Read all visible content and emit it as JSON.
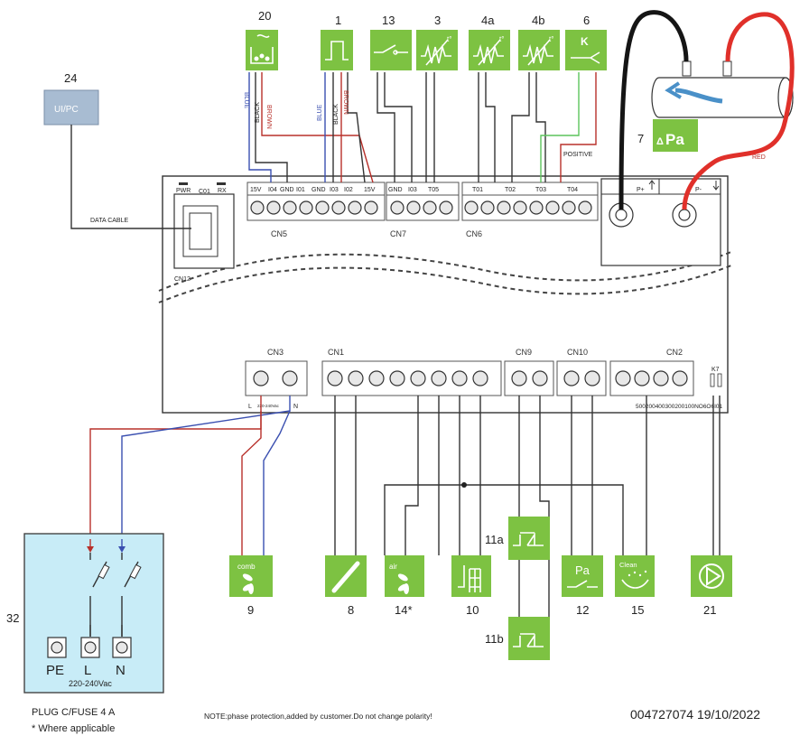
{
  "components": {
    "c20": {
      "number": "20"
    },
    "c1": {
      "number": "1"
    },
    "c13": {
      "number": "13"
    },
    "c3": {
      "number": "3"
    },
    "c4a": {
      "number": "4a"
    },
    "c4b": {
      "number": "4b"
    },
    "c6": {
      "number": "6",
      "symbol": "K"
    },
    "c7": {
      "number": "7",
      "symbol": "Pa",
      "delta": "Δ"
    },
    "c24": {
      "number": "24",
      "label": "UI/PC"
    },
    "c9": {
      "number": "9",
      "label": "comb"
    },
    "c8": {
      "number": "8"
    },
    "c14": {
      "number": "14*",
      "label": "air"
    },
    "c10": {
      "number": "10"
    },
    "c11a": {
      "number": "11a"
    },
    "c11b": {
      "number": "11b"
    },
    "c12": {
      "number": "12",
      "symbol": "Pa"
    },
    "c15": {
      "number": "15",
      "label": "Clean"
    },
    "c21": {
      "number": "21"
    },
    "c32": {
      "number": "32"
    }
  },
  "wire_labels": {
    "blue1": "BLUE",
    "black1": "BLACK",
    "brown1": "BROWN",
    "blue2": "BLUE",
    "black2": "BLACK",
    "brown2": "BROWN",
    "positive": "POSITIVE",
    "red": "RED",
    "data_cable": "DATA CABLE"
  },
  "connectors": {
    "cn5": "CN5",
    "cn7": "CN7",
    "cn6": "CN6",
    "cn12": "CN12",
    "cn3": "CN3",
    "cn1": "CN1",
    "cn9": "CN9",
    "cn10": "CN10",
    "cn2": "CN2",
    "k7": "K7",
    "co1": "C01",
    "pwr": "PWR",
    "rx": "RX"
  },
  "pins": {
    "cn5": [
      "15V",
      "I04",
      "GND",
      "I01",
      "GND",
      "I03",
      "I02",
      "15V"
    ],
    "cn7": [
      "GND",
      "I03",
      "T05"
    ],
    "cn6": [
      "T01",
      "T02",
      "T03",
      "T04"
    ],
    "pressure": [
      "P+",
      "P-"
    ],
    "cn3": [
      "L",
      "220-240Vac",
      "N"
    ],
    "cn2": "500200400300200100NO6O6I01"
  },
  "plug_box": {
    "terminals": [
      "PE",
      "L",
      "N"
    ],
    "voltage": "220-240Vac"
  },
  "footer": {
    "plug": "PLUG C/FUSE 4 A",
    "applicable": "* Where applicable",
    "note": "NOTE:phase protection,added by customer.Do not change polarity!",
    "code": "004727074 19/10/2022"
  }
}
